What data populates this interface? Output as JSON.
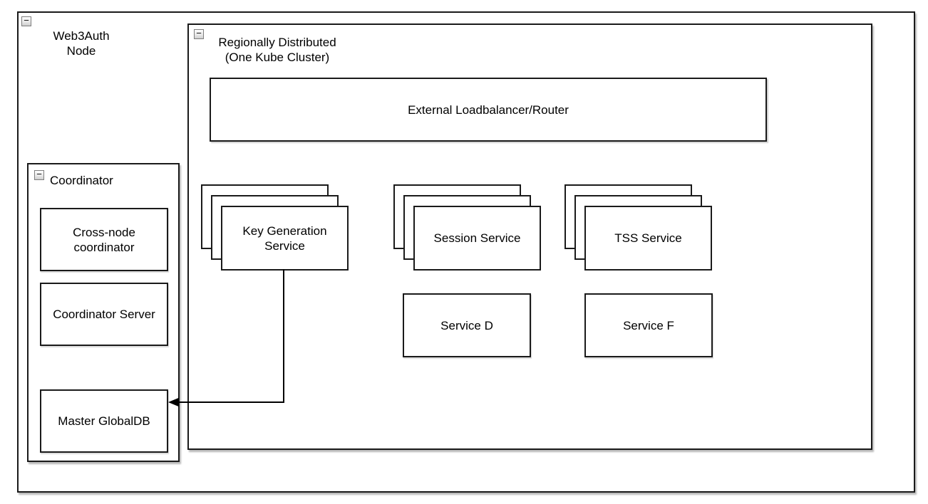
{
  "icons": {
    "collapse_glyph": "−"
  },
  "colors": {
    "border": "#000000",
    "background": "#ffffff",
    "shadow": "#c9c9c9",
    "collapse_button_bg": "#e8e8e8"
  },
  "diagram": {
    "web3auth_node": {
      "label": "Web3Auth\nNode"
    },
    "regionally_distributed": {
      "label": "Regionally Distributed\n(One Kube Cluster)",
      "external_loadbalancer": {
        "label": "External Loadbalancer/Router"
      },
      "stacks": [
        {
          "label": "Key Generation\nService"
        },
        {
          "label": "Session Service"
        },
        {
          "label": "TSS Service"
        }
      ],
      "services": [
        {
          "label": "Service D"
        },
        {
          "label": "Service F"
        }
      ]
    },
    "coordinator": {
      "label": "Coordinator",
      "boxes": [
        {
          "label": "Cross-node\ncoordinator"
        },
        {
          "label": "Coordinator Server"
        },
        {
          "label": "Master GlobalDB"
        }
      ]
    },
    "connections": [
      {
        "from": "Key Generation Service",
        "to": "Master GlobalDB",
        "type": "arrow"
      }
    ]
  }
}
